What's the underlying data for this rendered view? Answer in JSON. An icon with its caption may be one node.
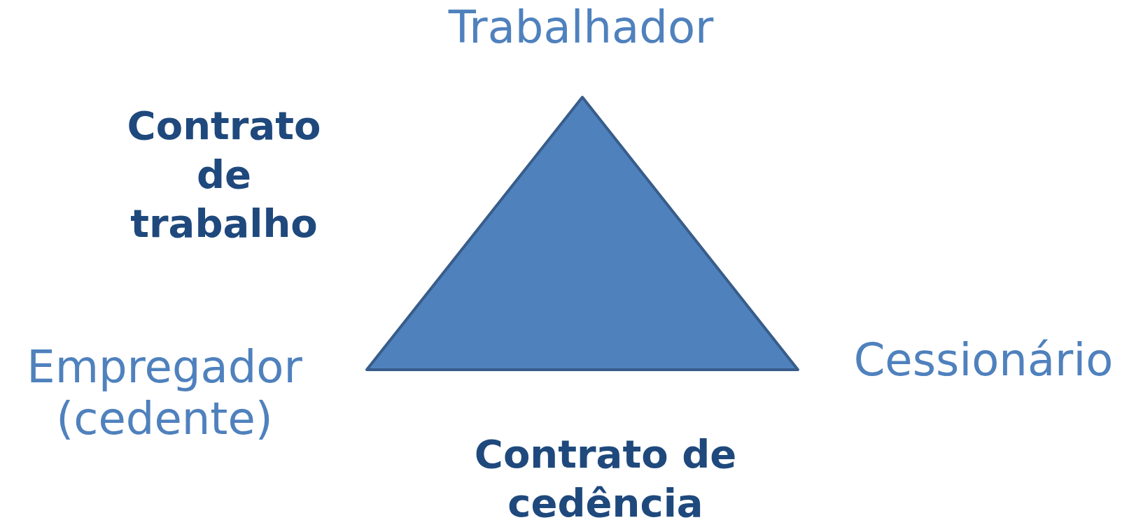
{
  "diagram": {
    "nodes": [
      {
        "text": [],
        "shape": "triangle"
      }
    ],
    "labels": [
      "Trabalhador",
      "Contrato de trabalho",
      "Empregador (cedente)",
      "Cessionário",
      "Contrato de cedência"
    ]
  }
}
